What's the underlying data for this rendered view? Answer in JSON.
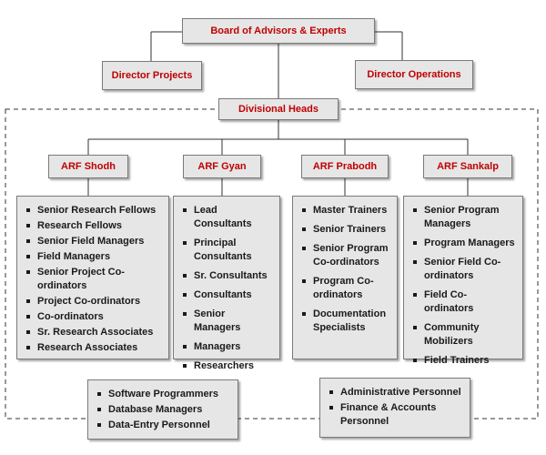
{
  "nodes": {
    "board": "Board of Advisors & Experts",
    "director_projects": "Director Projects",
    "director_operations": "Director Operations",
    "divisional_heads": "Divisional Heads",
    "arf_shodh": "ARF Shodh",
    "arf_gyan": "ARF Gyan",
    "arf_prabodh": "ARF Prabodh",
    "arf_sankalp": "ARF Sankalp"
  },
  "lists": {
    "shodh": [
      "Senior Research Fellows",
      "Research Fellows",
      "Senior Field Managers",
      "Field Managers",
      "Senior Project Co-ordinators",
      "Project Co-ordinators",
      "Co-ordinators",
      "Sr. Research Associates",
      "Research Associates"
    ],
    "gyan": [
      "Lead Consultants",
      "Principal Consultants",
      "Sr. Consultants",
      "Consultants",
      "Senior Managers",
      "Managers",
      "Researchers"
    ],
    "prabodh": [
      "Master Trainers",
      "Senior Trainers",
      "Senior Program Co-ordinators",
      "Program Co-ordinators",
      "Documentation Specialists"
    ],
    "sankalp": [
      "Senior Program Managers",
      "Program Managers",
      "Senior Field Co-ordinators",
      "Field Co-ordinators",
      "Community Mobilizers",
      "Field Trainers"
    ],
    "tech": [
      "Software Programmers",
      "Database Managers",
      "Data-Entry Personnel"
    ],
    "admin": [
      "Administrative Personnel",
      "Finance & Accounts Personnel"
    ]
  },
  "colors": {
    "node_text": "#c00000",
    "box_fill": "#e6e6e6",
    "border": "#7a7a7a",
    "line": "#333333"
  }
}
